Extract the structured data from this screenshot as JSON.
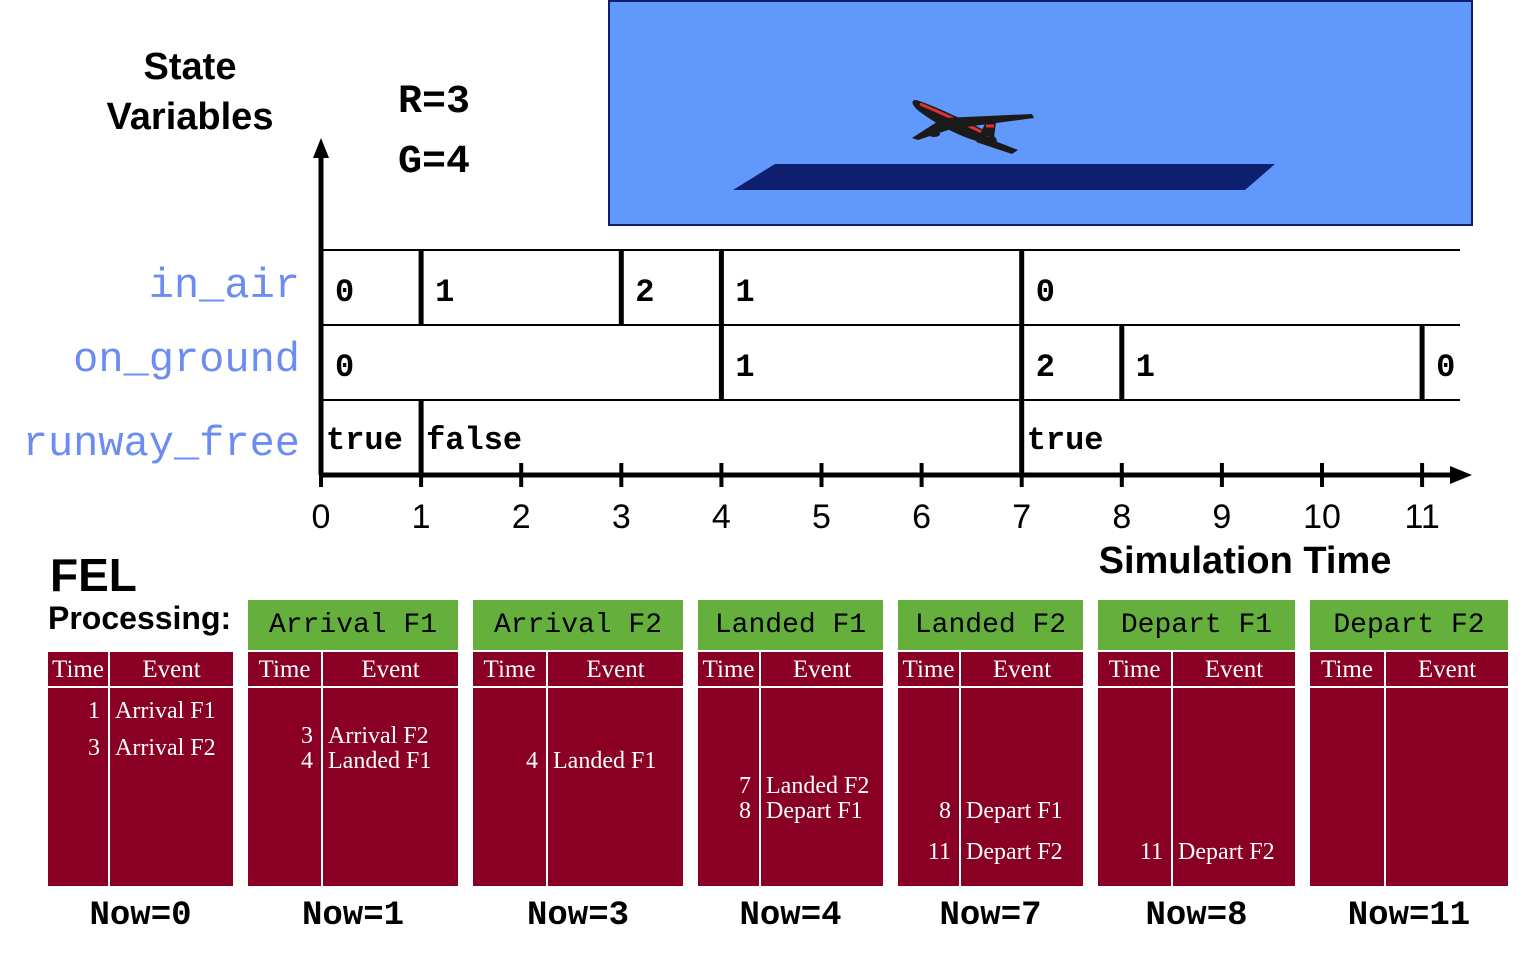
{
  "header": {
    "title_line1": "State",
    "title_line2": "Variables",
    "param_r": "R=3",
    "param_g": "G=4"
  },
  "variables": [
    "in_air",
    "on_ground",
    "runway_free"
  ],
  "rows": {
    "in_air": [
      {
        "start": 0,
        "value": "0"
      },
      {
        "start": 1,
        "value": "1"
      },
      {
        "start": 3,
        "value": "2"
      },
      {
        "start": 4,
        "value": "1"
      },
      {
        "start": 7,
        "value": "0"
      }
    ],
    "on_ground": [
      {
        "start": 0,
        "value": "0"
      },
      {
        "start": 4,
        "value": "1"
      },
      {
        "start": 7,
        "value": "2"
      },
      {
        "start": 8,
        "value": "1"
      },
      {
        "start": 11,
        "value": "0"
      }
    ],
    "runway_free": [
      {
        "start": 0,
        "value": "true"
      },
      {
        "start": 1,
        "value": "false"
      },
      {
        "start": 7,
        "value": "true"
      }
    ]
  },
  "axis": {
    "ticks": [
      "0",
      "1",
      "2",
      "3",
      "4",
      "5",
      "6",
      "7",
      "8",
      "9",
      "10",
      "11"
    ],
    "label": "Simulation Time"
  },
  "fel": {
    "title": "FEL",
    "subtitle": "Processing:",
    "time_header": "Time",
    "event_header": "Event",
    "panels": [
      {
        "now": "Now=0",
        "processing": "",
        "entries": [
          {
            "time": "1",
            "event": "Arrival F1"
          },
          {
            "time": "3",
            "event": "Arrival F2"
          }
        ]
      },
      {
        "now": "Now=1",
        "processing": "Arrival  F1",
        "entries": [
          {
            "time": "3",
            "event": "Arrival F2"
          },
          {
            "time": "4",
            "event": "Landed F1"
          }
        ]
      },
      {
        "now": "Now=3",
        "processing": "Arrival  F2",
        "entries": [
          {
            "time": "4",
            "event": "Landed F1"
          }
        ]
      },
      {
        "now": "Now=4",
        "processing": "Landed  F1",
        "entries": [
          {
            "time": "7",
            "event": "Landed F2"
          },
          {
            "time": "8",
            "event": "Depart F1"
          }
        ]
      },
      {
        "now": "Now=7",
        "processing": "Landed  F2",
        "entries": [
          {
            "time": "8",
            "event": "Depart F1"
          },
          {
            "time": "11",
            "event": "Depart F2"
          }
        ]
      },
      {
        "now": "Now=8",
        "processing": "Depart  F1",
        "entries": [
          {
            "time": "11",
            "event": "Depart F2"
          }
        ]
      },
      {
        "now": "Now=11",
        "processing": "Depart  F2",
        "entries": []
      }
    ]
  },
  "colors": {
    "sky": "#6098fb",
    "runway": "#0e1f6d",
    "fel_panel": "#8a0025",
    "event_header": "#65b03c",
    "variable_label": "#6b8cf0"
  }
}
